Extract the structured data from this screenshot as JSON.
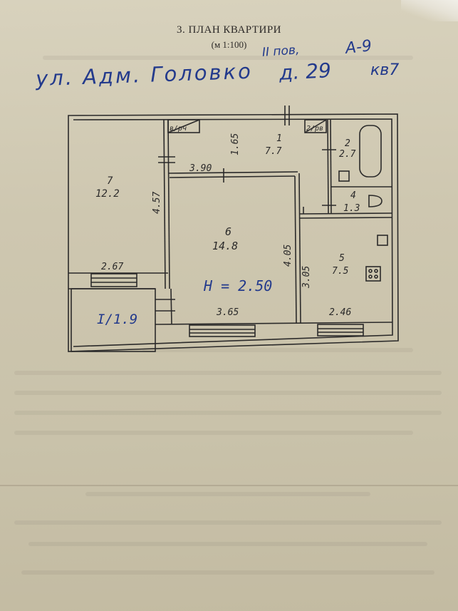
{
  "document": {
    "title": "3. ПЛАН КВАРТИРИ",
    "scale": "(м 1:100)",
    "floor_note": "II пов,",
    "letter_note": "А-9",
    "address": "ул. Адм. Головко",
    "house": "д. 29",
    "apartment": "кв7",
    "height_note": "H = 2.50"
  },
  "rooms": [
    {
      "number": "1",
      "area": "7.7"
    },
    {
      "number": "2",
      "area": "2.7"
    },
    {
      "number": "4",
      "area": "1.3"
    },
    {
      "number": "5",
      "area": "7.5"
    },
    {
      "number": "6",
      "area": "14.8"
    },
    {
      "number": "7",
      "area": "12.2"
    }
  ],
  "balcony": {
    "label": "I/1.9"
  },
  "closets": {
    "vent1": "в/рч",
    "vent2": "2/рв"
  },
  "dimensions": {
    "room7_height": "4.57",
    "room7_width": "2.67",
    "corridor_height": "1.65",
    "room6_top": "3.90",
    "room6_height": "4.05",
    "room6_bottom": "3.65",
    "room5_height": "3.05",
    "room5_width": "2.46"
  },
  "colors": {
    "paper": "#cfc8b2",
    "ink_print": "#2d2a28",
    "ink_hand": "#233a8c"
  }
}
